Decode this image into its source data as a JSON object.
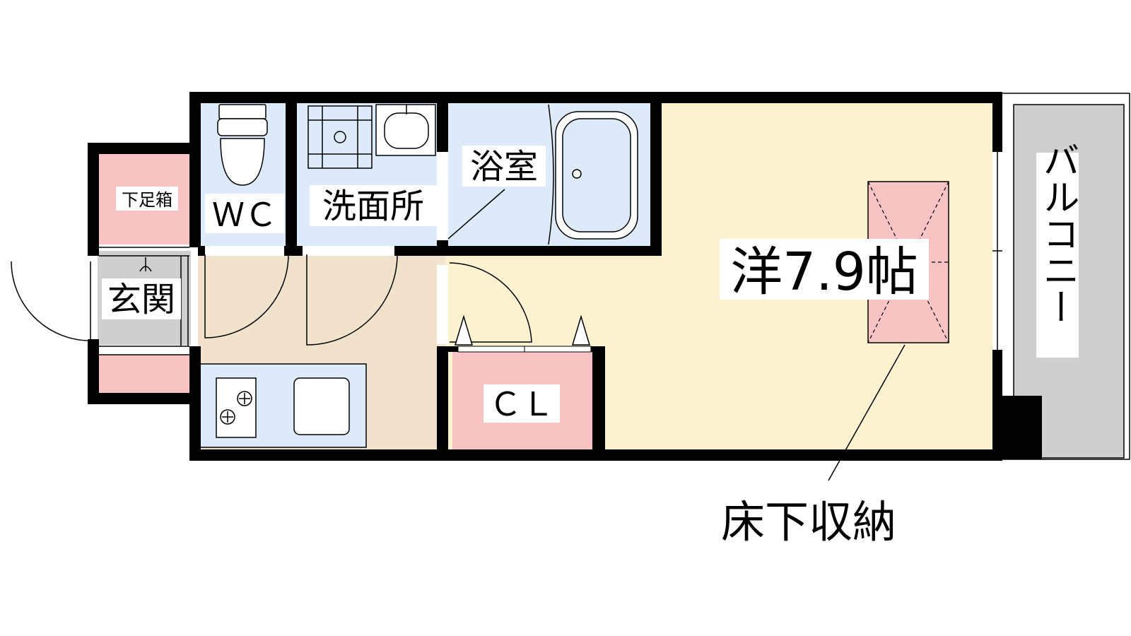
{
  "rooms": {
    "shoe_box": "下足箱",
    "wc": "ＷＣ",
    "washroom": "洗面所",
    "bathroom": "浴室",
    "entrance": "玄関",
    "closet": "ＣＬ",
    "western_room": "洋7.9帖",
    "balcony": "バルコニー"
  },
  "annotations": {
    "underfloor_storage": "床下収納"
  },
  "colors": {
    "wall": "#000000",
    "western_room_floor": "#fdf2d0",
    "wet_area_floor": "#dceafa",
    "kitchen_floor": "#f0e2cb",
    "storage_pink": "#f7c3c3",
    "entrance_floor": "#cfcfcf",
    "balcony_floor": "#cfcfcf"
  }
}
